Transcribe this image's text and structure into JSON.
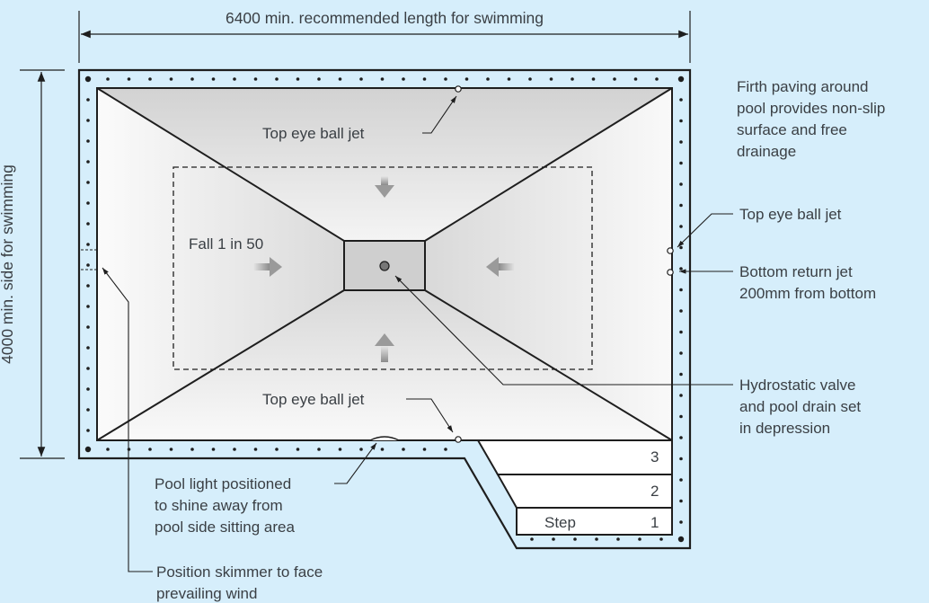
{
  "colors": {
    "background": "#d6eefb",
    "outline": "#1e1e1e",
    "text": "#3a3f44",
    "arrow": "#9a9a9a"
  },
  "dimensions": {
    "length": "6400 min. recommended length for swimming",
    "side": "4000 min. side for swimming"
  },
  "labels": {
    "top_jet_upper": "Top eye ball jet",
    "top_jet_lower": "Top eye ball jet",
    "top_jet_right": "Top eye ball jet",
    "fall": "Fall 1 in 50",
    "paving": [
      "Firth paving around",
      "pool provides non-slip",
      "surface and free",
      "drainage"
    ],
    "bottom_return": [
      "Bottom return jet",
      "200mm from bottom"
    ],
    "hydrostatic": [
      "Hydrostatic valve",
      "and pool drain set",
      "in depression"
    ],
    "pool_light": [
      "Pool light positioned",
      "to shine away from",
      "pool side sitting area"
    ],
    "skimmer": [
      "Position skimmer to face",
      "prevailing wind"
    ]
  },
  "steps": {
    "step_word": "Step",
    "numbers": [
      "3",
      "2",
      "1"
    ]
  }
}
